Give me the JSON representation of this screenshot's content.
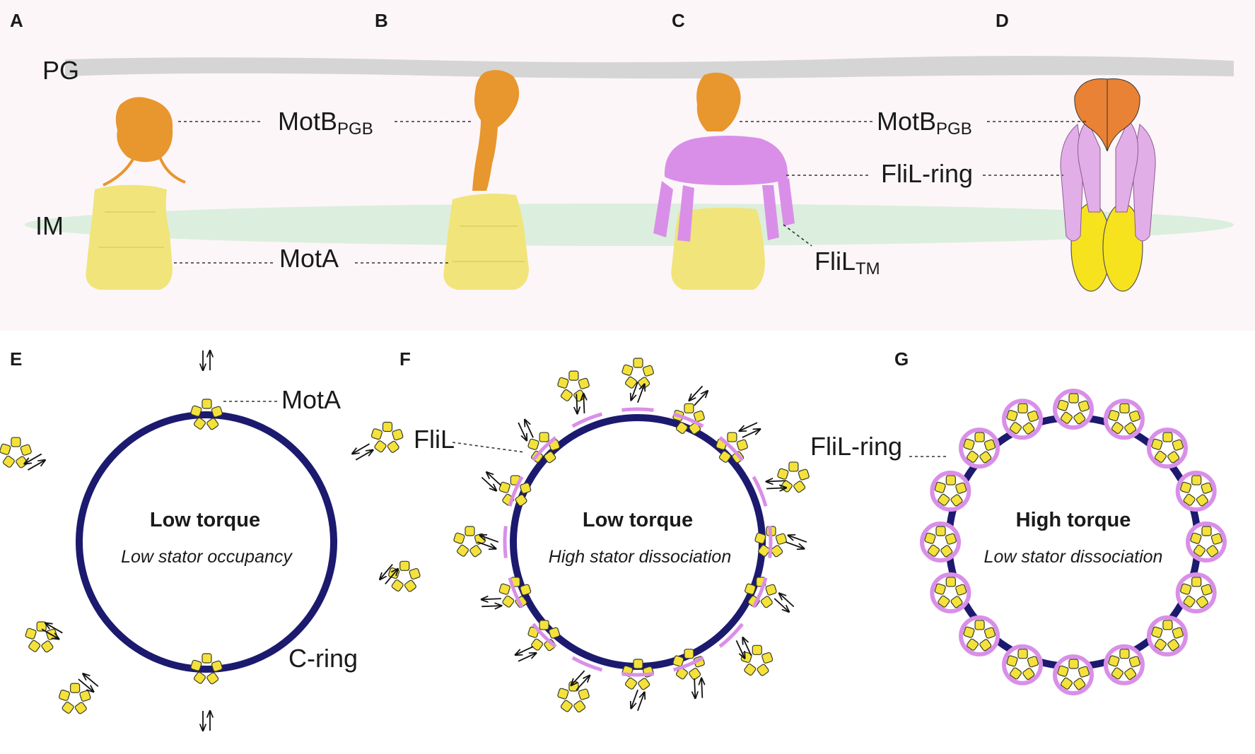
{
  "panels": {
    "A": "A",
    "B": "B",
    "C": "C",
    "D": "D",
    "E": "E",
    "F": "F",
    "G": "G"
  },
  "labels": {
    "pg": "PG",
    "im": "IM",
    "motb": "MotB",
    "pgb_sub": "PGB",
    "mota": "MotA",
    "flil_ring": "FliL-ring",
    "flil": "FliL",
    "flil_tm": "FliL",
    "tm_sub": "TM",
    "cring": "C-ring",
    "mota_e": "MotA"
  },
  "E": {
    "title": "Low torque",
    "subtitle": "Low stator occupancy",
    "stators_bound": 2,
    "stators_free": 5
  },
  "F": {
    "title": "Low torque",
    "subtitle": "High stator dissociation",
    "stators": 16
  },
  "G": {
    "title": "High torque",
    "subtitle": "Low stator dissociation",
    "stators": 16
  },
  "colors": {
    "mota": "#f1e47a",
    "motb": "#e8962e",
    "flil": "#d98fe8",
    "cring": "#1c1a6e",
    "membrane": "#dceede",
    "pg": "#cccccc",
    "top_band": "#fcf6f9",
    "stator_unit": "#f4e23a",
    "D_motb": "#e98234",
    "D_mota": "#f7e21e",
    "D_flil": "#e2aee8"
  }
}
